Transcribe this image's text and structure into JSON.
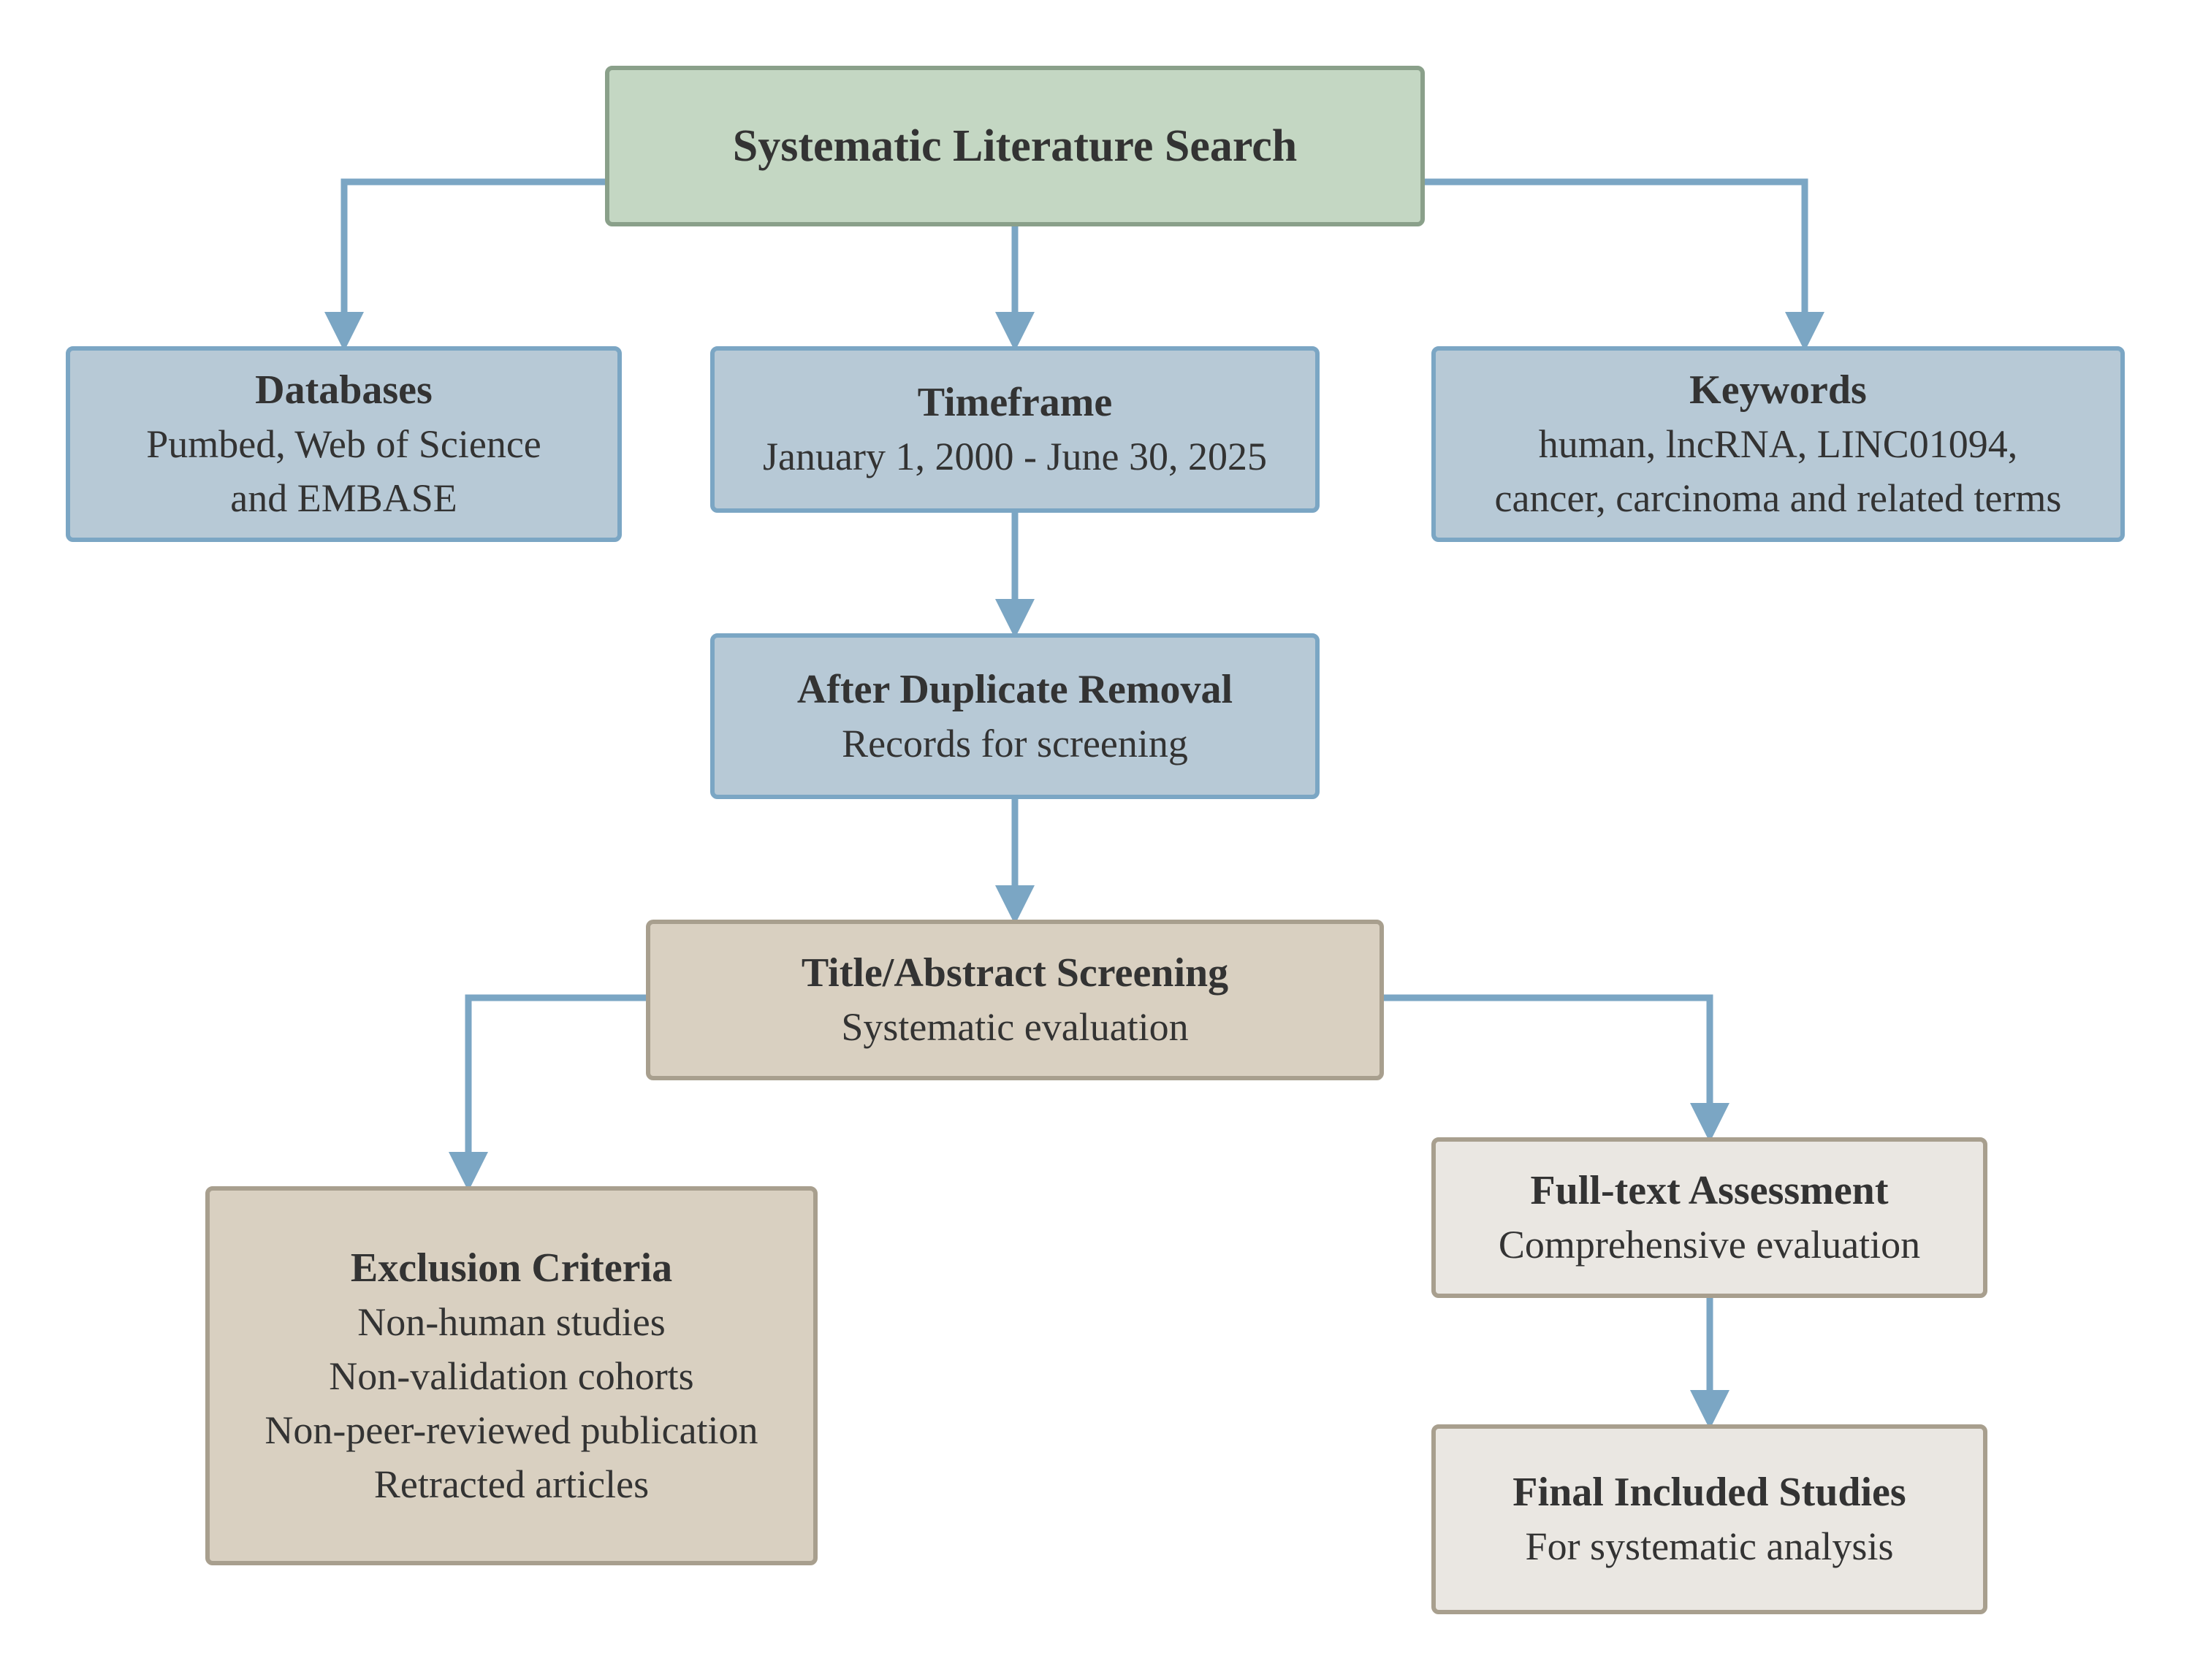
{
  "diagram": {
    "type": "flowchart",
    "connector_color": "#7ba6c4",
    "nodes": {
      "search": {
        "title": "Systematic Literature Search",
        "lines": [],
        "fill": "#c4d7c3"
      },
      "databases": {
        "title": "Databases",
        "lines": [
          "Pumbed, Web of Science",
          "and EMBASE"
        ],
        "fill": "#b7c9d6"
      },
      "timeframe": {
        "title": "Timeframe",
        "lines": [
          "January 1, 2000 - June 30, 2025"
        ],
        "fill": "#b7c9d6"
      },
      "keywords": {
        "title": "Keywords",
        "lines": [
          "human, lncRNA, LINC01094,",
          "cancer, carcinoma and related terms"
        ],
        "fill": "#b7c9d6"
      },
      "dedup": {
        "title": "After Duplicate Removal",
        "lines": [
          "Records for screening"
        ],
        "fill": "#b7c9d6"
      },
      "screening": {
        "title": "Title/Abstract Screening",
        "lines": [
          "Systematic evaluation"
        ],
        "fill": "#d9d0c1"
      },
      "exclusion": {
        "title": "Exclusion Criteria",
        "lines": [
          "Non-human studies",
          "Non-validation cohorts",
          "Non-peer-reviewed publication",
          "Retracted articles"
        ],
        "fill": "#d9d0c1"
      },
      "fulltext": {
        "title": "Full-text Assessment",
        "lines": [
          "Comprehensive evaluation"
        ],
        "fill": "#eae7e2"
      },
      "final": {
        "title": "Final Included Studies",
        "lines": [
          "For systematic analysis"
        ],
        "fill": "#eae7e2"
      }
    },
    "edges": [
      [
        "search",
        "databases"
      ],
      [
        "search",
        "timeframe"
      ],
      [
        "search",
        "keywords"
      ],
      [
        "timeframe",
        "dedup"
      ],
      [
        "dedup",
        "screening"
      ],
      [
        "screening",
        "exclusion"
      ],
      [
        "screening",
        "fulltext"
      ],
      [
        "fulltext",
        "final"
      ]
    ]
  }
}
